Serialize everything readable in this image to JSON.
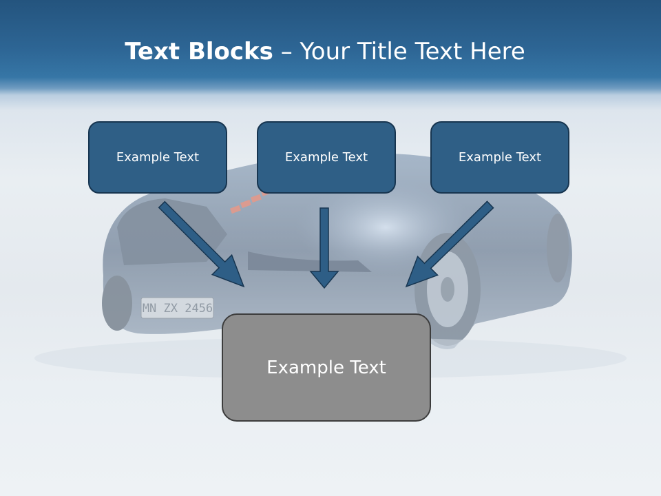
{
  "slide": {
    "title_bold": "Text Blocks",
    "title_dash": " – ",
    "title_rest": "Your Title Text Here"
  },
  "top_blocks": [
    {
      "label": "Example Text"
    },
    {
      "label": "Example Text"
    },
    {
      "label": "Example Text"
    }
  ],
  "bottom_block": {
    "label": "Example Text"
  },
  "background_image": {
    "plate_text": "MN ZX 2456"
  },
  "colors": {
    "header_blue": "#2d6594",
    "block_fill": "#2f5f86",
    "block_border": "#173550",
    "arrow": "#2e5e86",
    "bottom_fill": "#8d8d8d",
    "bottom_border": "#3c3c3c"
  }
}
